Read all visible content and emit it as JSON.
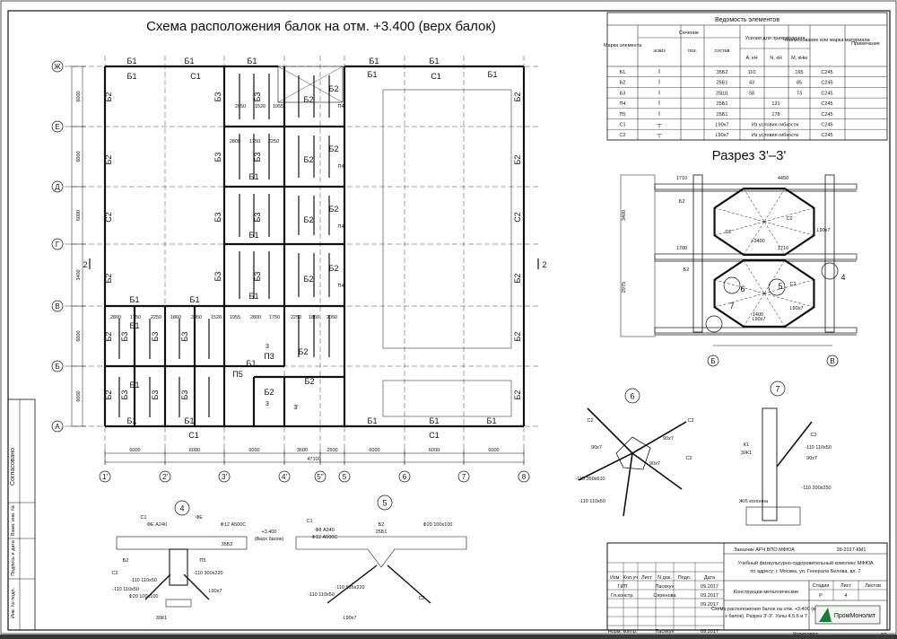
{
  "plan": {
    "title": "Схема расположения балок на отм. +3.400 (верх балок)",
    "row_axes": [
      "Ж",
      "Е",
      "Д",
      "Г",
      "В",
      "Б",
      "А"
    ],
    "col_axes": [
      "1'",
      "2'",
      "3'",
      "4'",
      "5''",
      "5",
      "6",
      "7",
      "8"
    ],
    "col_dims": [
      "6000",
      "6000",
      "6000",
      "3600",
      "2500",
      "6000",
      "6000",
      "6000"
    ],
    "row_dims": [
      "6000",
      "6000",
      "6000",
      "3400",
      "6000",
      "6000",
      "6000"
    ],
    "overall_dim": "47100",
    "section_marks": [
      "2",
      "2",
      "3",
      "3'"
    ],
    "sub_dims": [
      "2800",
      "1750",
      "2250",
      "1860",
      "2050",
      "1520",
      "1955"
    ],
    "beam_labels": {
      "top_b1": [
        "Б1",
        "Б1",
        "Б1",
        "Б1",
        "Б1"
      ],
      "top_c1": [
        "С1",
        "С1"
      ],
      "b2": "Б2",
      "b3": "Б3",
      "p4": "П4",
      "p5": "П5",
      "p3": "П3",
      "c2": "С2",
      "b1": "Б1",
      "c1": "С1"
    }
  },
  "spec_table": {
    "title": "Ведомость элементов",
    "headers": {
      "mark": "Марка элемента",
      "section": "Сечение",
      "sketch": "эскиз",
      "pos": "поз.",
      "composition": "состав",
      "forces": "Усилия для прикрепления",
      "a": "А, кН",
      "n": "N, кН",
      "m": "М, кНм",
      "steel": "Наименование или марка материала",
      "note": "Примечание"
    },
    "rows": [
      {
        "mark": "Б1",
        "comp": "35Б2",
        "a": "110",
        "n": "",
        "m": "165",
        "steel": "С245"
      },
      {
        "mark": "Б2",
        "comp": "25Б1",
        "a": "43",
        "n": "",
        "m": "65",
        "steel": "С245"
      },
      {
        "mark": "Б3",
        "comp": "25Ш1",
        "a": "58",
        "n": "",
        "m": "73",
        "steel": "С245"
      },
      {
        "mark": "П4",
        "comp": "25Б1",
        "a": "",
        "n": "121",
        "m": "",
        "steel": "С245"
      },
      {
        "mark": "П5",
        "comp": "25Б1",
        "a": "",
        "n": "178",
        "m": "",
        "steel": "С245"
      },
      {
        "mark": "С1",
        "comp": "L90х7",
        "a": "Из условия гибкости",
        "n": "",
        "m": "",
        "steel": "С245"
      },
      {
        "mark": "С2",
        "comp": "L90х7",
        "a": "Из условия гибкости",
        "n": "",
        "m": "",
        "steel": "С245"
      }
    ]
  },
  "section": {
    "title": "Разрез 3'–3'",
    "axes": [
      "Б",
      "В"
    ],
    "callouts": [
      "4",
      "5",
      "6",
      "7"
    ],
    "dims": [
      "1710",
      "4450",
      "1780",
      "1710",
      "+3400",
      "1400",
      "3400",
      "2975"
    ],
    "labels": [
      "С2",
      "С2",
      "С2",
      "L90х7",
      "L90х7",
      "L90х7",
      "Б2",
      "Б2"
    ]
  },
  "details": {
    "d4": {
      "num": "4",
      "labels": [
        "С1",
        "ФЕ А240",
        "ФЕ",
        "Ф12 А500С",
        "Б2",
        "С2",
        "П5",
        "-110 300х220",
        "-110 110х50",
        "-110 110х50",
        "Ф20 100х100",
        "35Б2",
        "L90х7",
        "30К1"
      ]
    },
    "d5": {
      "num": "5",
      "labels": [
        "+3.400",
        "(Верх балок)",
        "С1",
        "Ф8 А240",
        "Ф12 А500С",
        "Б2",
        "25Б1",
        "Ф20 100х100",
        "-110 585х220",
        "-110 110х50",
        "С2",
        "L90х7"
      ]
    },
    "d6": {
      "num": "6",
      "labels": [
        "С2",
        "С2",
        "90х7",
        "90х7",
        "90х7",
        "-110 350х610",
        "-110 110х50",
        "С2"
      ]
    },
    "d7": {
      "num": "7",
      "labels": [
        "С2",
        "-110 110х50",
        "90х7",
        "К1",
        "30К1",
        "-110 200х250",
        "Ж/б колонна"
      ]
    }
  },
  "side_stamp": [
    "Согласовано",
    "Взам. инв. №",
    "Подпись и дата",
    "Инв. № подл."
  ],
  "title_block": {
    "order": "Заказчик АРЧ ВПО МФЮА",
    "code": "39-2017-КМ1",
    "project": "Учебный физкультурно-оздоровительный комплекс МФЮА",
    "address": "по адресу: г. Москва, ул. Генерала Белова, вл. 7",
    "subject": "Конструкции металлические",
    "sheet_desc": "Схема расположения балок на отм. +3.400 (верх балок). Разрез 3'-3'. Узлы 4,5,6 и 7",
    "company": "ПромМонолит",
    "stage_h": "Стадия",
    "sheet_h": "Лист",
    "sheets_h": "Листов",
    "stage": "Р",
    "sheet": "4",
    "sheets": "",
    "people": [
      {
        "role": "ГИП",
        "name": "Пасекун",
        "date": "09.2017"
      },
      {
        "role": "Гл.констр.",
        "name": "Серенова",
        "date": "09.2017"
      },
      {
        "role": "",
        "name": "",
        "date": "09.2017"
      },
      {
        "role": "Норм. контр.",
        "name": "Пасекун",
        "date": "09.2017"
      }
    ],
    "headers": [
      "Изм.",
      "Кол.уч",
      "Лист",
      "N док.",
      "Подп.",
      "Дата"
    ],
    "copied": "Копировал",
    "format": "А2"
  }
}
